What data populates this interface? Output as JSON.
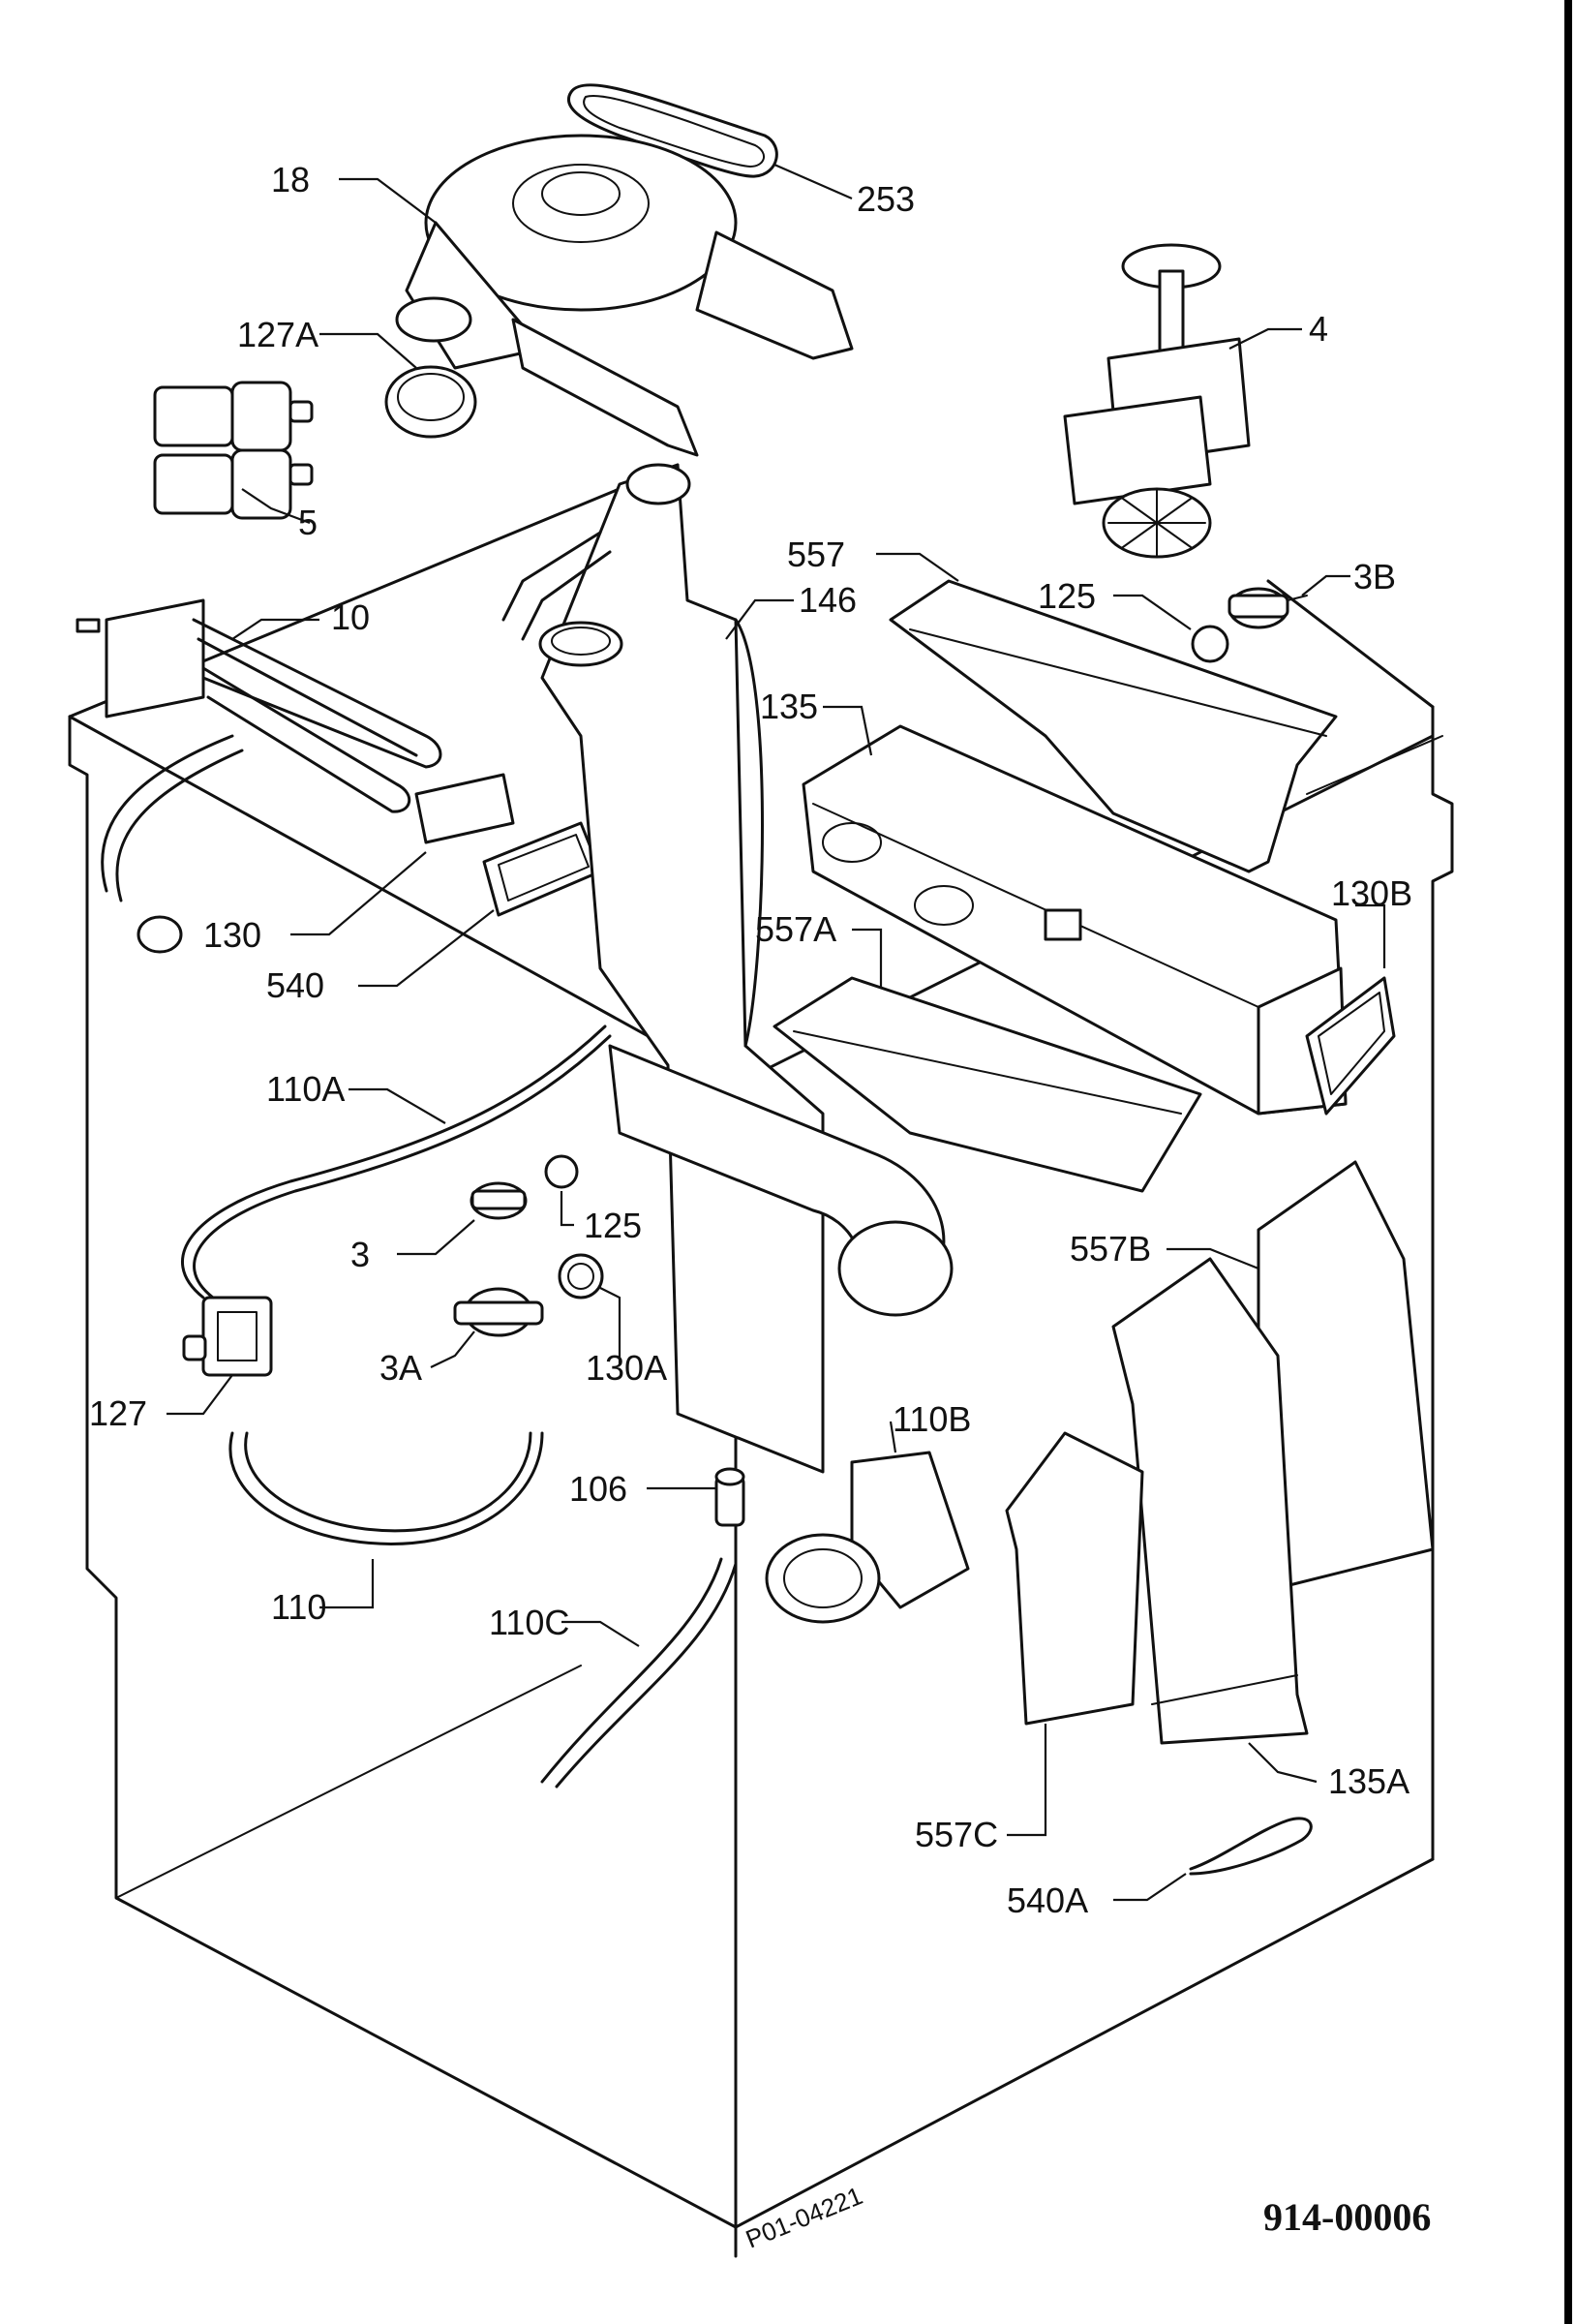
{
  "labels": {
    "l18": "18",
    "l253": "253",
    "l127A": "127A",
    "l4": "4",
    "l5": "5",
    "l557": "557",
    "l125a": "125",
    "l3B": "3B",
    "l10": "10",
    "l146": "146",
    "l135": "135",
    "l130B": "130B",
    "l130": "130",
    "l557A": "557A",
    "l540": "540",
    "l110A": "110A",
    "l125b": "125",
    "l3": "3",
    "l557B": "557B",
    "l3A": "3A",
    "l130A": "130A",
    "l127": "127",
    "l110B": "110B",
    "l106": "106",
    "l110": "110",
    "l110C": "110C",
    "l135A": "135A",
    "l557C": "557C",
    "l540A": "540A"
  },
  "drawing_code": "P01-04221",
  "document_number": "914-00006"
}
